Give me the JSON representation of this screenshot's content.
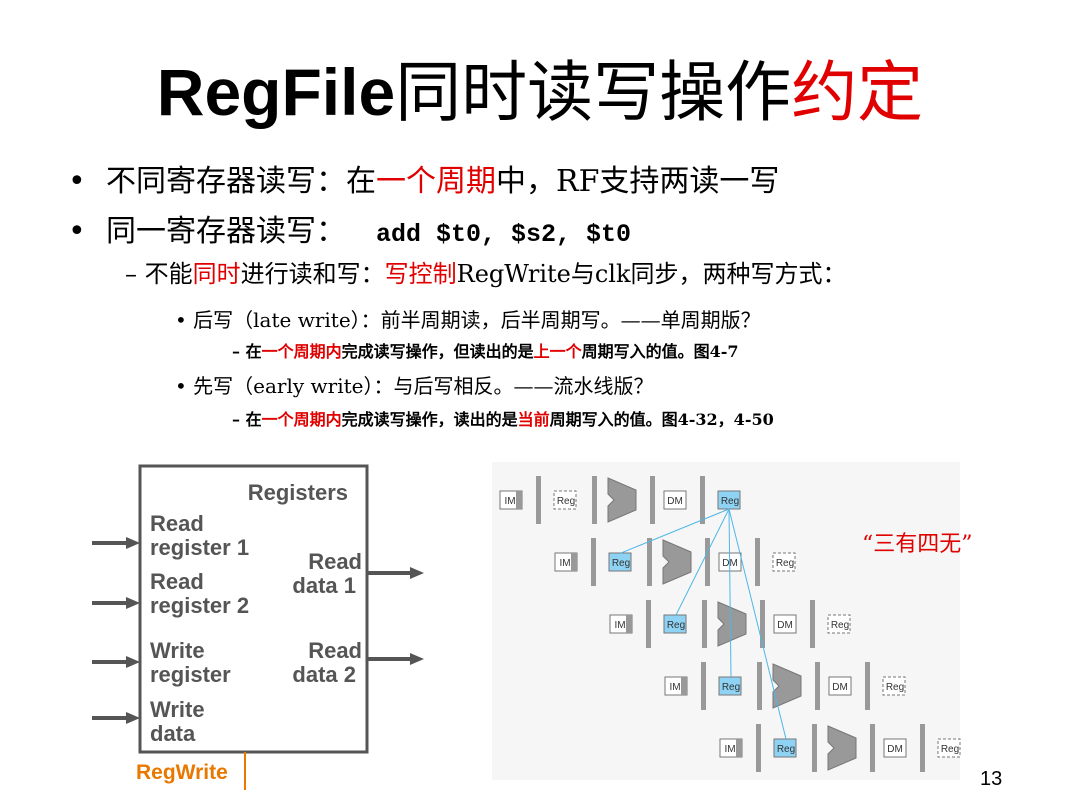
{
  "title": {
    "part1": "RegFile",
    "part2": "同时读写操作",
    "part3": "约定"
  },
  "bullets": {
    "b1": {
      "bullet": "•",
      "t1": "不同寄存器读写：在",
      "t2": "一个周期",
      "t3": "中，RF支持两读一写"
    },
    "b2": {
      "bullet": "•",
      "t1": "同一寄存器读写：",
      "code": "add $t0, $s2, $t0"
    },
    "b3": {
      "dash": "–",
      "t1": "不能",
      "t2": "同时",
      "t3": "进行读和写：",
      "t4": "写控制",
      "t5": "RegWrite与clk同步，两种写方式："
    },
    "b4": {
      "bullet": "•",
      "text": "后写（late write）：前半周期读，后半周期写。——单周期版？"
    },
    "b5": {
      "dash": "–",
      "t1": "在",
      "t2": "一个周期内",
      "t3": "完成读写操作，但读出的是",
      "t4": "上一个",
      "t5": "周期写入的值。图4-7"
    },
    "b6": {
      "bullet": "•",
      "text": "先写（early write）：与后写相反。——流水线版？"
    },
    "b7": {
      "dash": "–",
      "t1": "在",
      "t2": "一个周期内",
      "t3": "完成读写操作，读出的是",
      "t4": "当前",
      "t5": "周期写入的值。图4-32，4-50"
    }
  },
  "regfile_diagram": {
    "title": "Registers",
    "read_register_1": [
      "Read",
      "register 1"
    ],
    "read_register_2": [
      "Read",
      "register 2"
    ],
    "write_register": [
      "Write",
      "register"
    ],
    "write_data": [
      "Write",
      "data"
    ],
    "read_data_1": [
      "Read",
      "data 1"
    ],
    "read_data_2": [
      "Read",
      "data 2"
    ],
    "control": "RegWrite"
  },
  "pipeline_diagram": {
    "stage_labels": {
      "im": "IM",
      "reg": "Reg",
      "dm": "DM"
    },
    "highlight_color": "#8fd3f4"
  },
  "quote": "“三有四无”",
  "page_number": "13",
  "colors": {
    "accent_red": "#e00000",
    "regwrite_orange": "#e87800"
  }
}
